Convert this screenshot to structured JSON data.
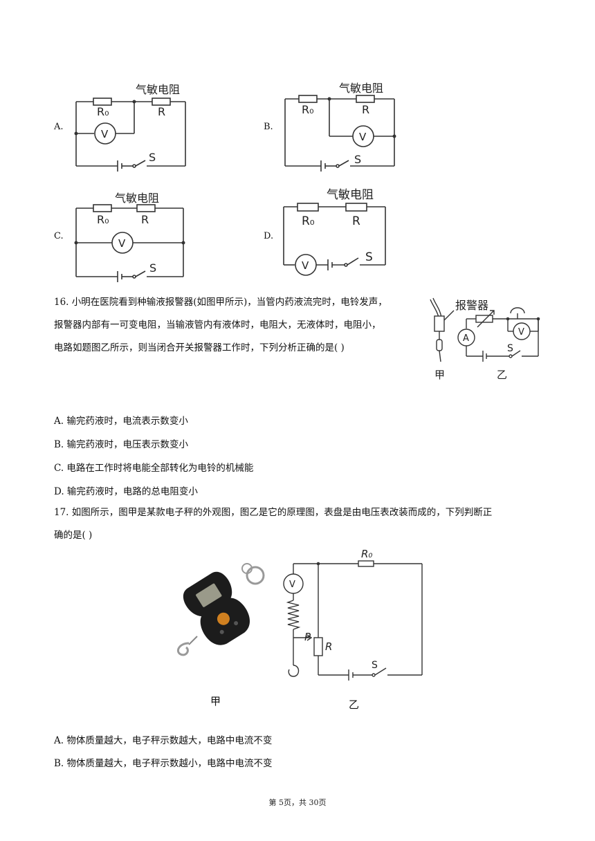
{
  "q15": {
    "options": [
      {
        "letter": "A.",
        "sensor_label": "气敏电阻",
        "r0": "R₀",
        "r": "R",
        "voltmeter": "V",
        "switch": "S"
      },
      {
        "letter": "B.",
        "sensor_label": "气敏电阻",
        "r0": "R₀",
        "r": "R",
        "voltmeter": "V",
        "switch": "S"
      },
      {
        "letter": "C.",
        "sensor_label": "气敏电阻",
        "r0": "R₀",
        "r": "R",
        "voltmeter": "V",
        "switch": "S"
      },
      {
        "letter": "D.",
        "sensor_label": "气敏电阻",
        "r0": "R₀",
        "r": "R",
        "voltmeter": "V",
        "switch": "S"
      }
    ]
  },
  "q16": {
    "lines": [
      "16. 小明在医院看到种输液报警器(如图甲所示)，当管内药液流完时，电铃发声，",
      "报警器内部有一可变电阻，当输液管内有液体时，电阻大，无液体时，电阻小，",
      "电路如题图乙所示，则当闭合开关报警器工作时，下列分析正确的是(    )"
    ],
    "figure": {
      "device_label": "报警器",
      "ammeter": "A",
      "voltmeter": "V",
      "switch": "S",
      "caption_left": "甲",
      "caption_right": "乙"
    },
    "answers": [
      "A. 输完药液时，电流表示数变小",
      "B. 输完药液时，电压表示数变小",
      "C. 电路在工作时将电能全部转化为电铃的机械能",
      "D. 输完药液时，电路的总电阻变小"
    ]
  },
  "q17": {
    "lines": [
      "17. 如图所示，图甲是某款电子秤的外观图，图乙是它的原理图，表盘是由电压表改装而成的，下列判断正",
      "确的是(    )"
    ],
    "figure": {
      "r0": "R₀",
      "r": "R",
      "slider": "P",
      "voltmeter": "V",
      "switch": "S",
      "caption_left": "甲",
      "caption_right": "乙"
    },
    "answers": [
      "A. 物体质量越大，电子秤示数越大，电路中电流不变",
      "B. 物体质量越大，电子秤示数越小，电路中电流不变"
    ]
  },
  "footer": {
    "page": "第 5页，共 30页"
  }
}
